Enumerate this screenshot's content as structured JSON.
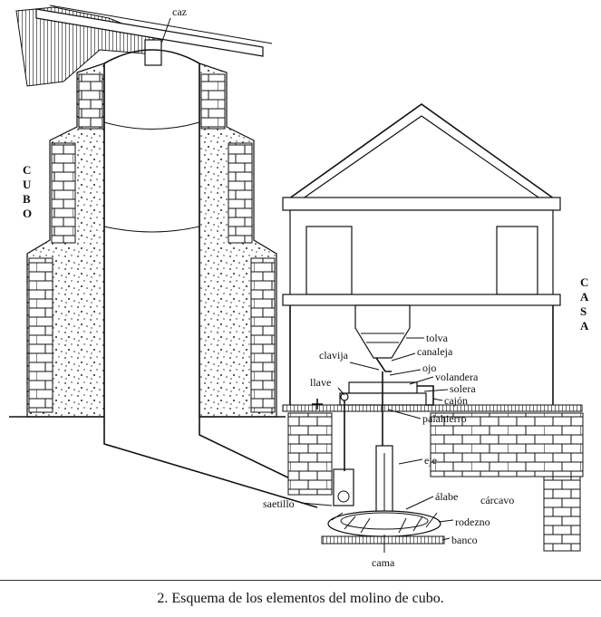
{
  "labels": {
    "caz": "caz",
    "cubo": [
      "C",
      "U",
      "B",
      "O"
    ],
    "casa": [
      "C",
      "A",
      "S",
      "A"
    ],
    "tolva": "tolva",
    "canaleja": "canaleja",
    "clavija": "clavija",
    "ojo": "ojo",
    "volandera": "volandera",
    "llave": "llave",
    "solera": "solera",
    "cajon": "cajón",
    "palahierro": "palahierro",
    "eje": "eje",
    "saetillo": "saetillo",
    "alabe": "álabe",
    "carcavo": "cárcavo",
    "rodezno": "rodezno",
    "banco": "banco",
    "cama": "cama"
  },
  "caption": "2. Esquema de los elementos del molino de cubo."
}
